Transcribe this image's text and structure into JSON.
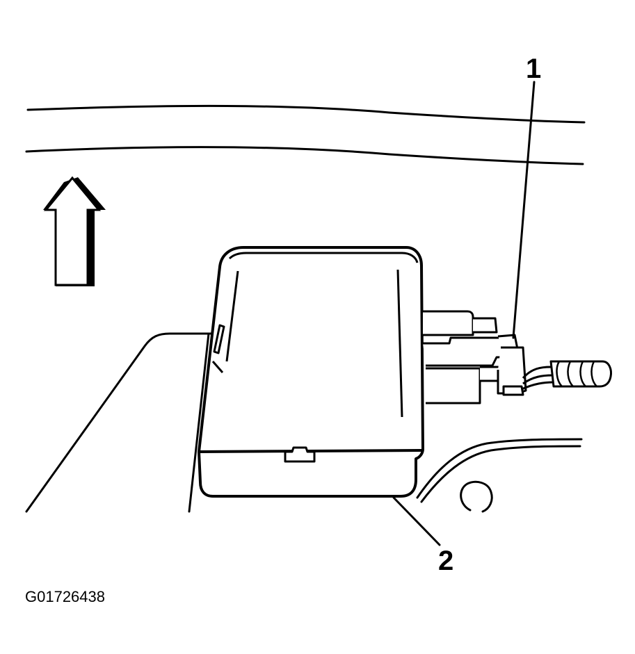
{
  "diagram": {
    "callouts": [
      {
        "id": "1",
        "label": "1"
      },
      {
        "id": "2",
        "label": "2"
      }
    ],
    "figure_id": "G01726438",
    "colors": {
      "ink": "#000000",
      "paper": "#ffffff"
    },
    "icons": {
      "direction": "up-arrow-icon"
    }
  }
}
